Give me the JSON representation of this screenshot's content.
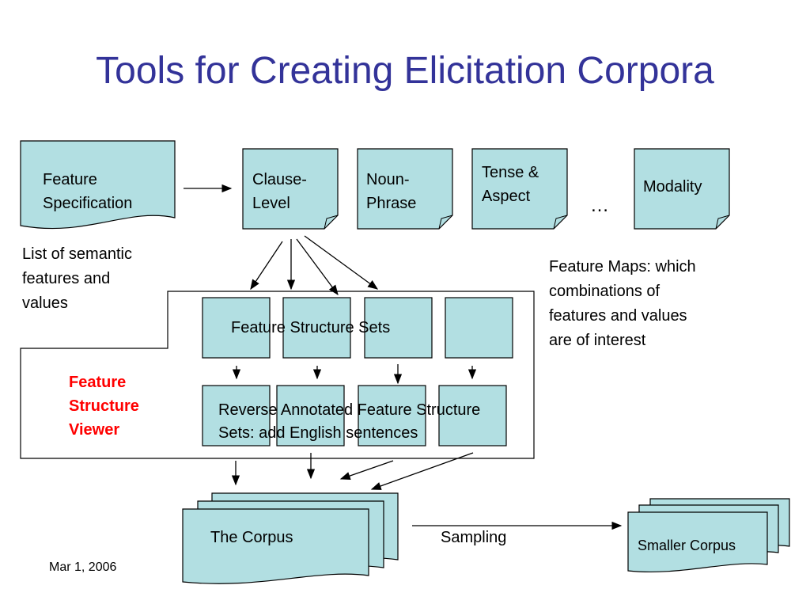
{
  "title": "Tools for Creating Elicitation Corpora",
  "feature_spec": {
    "line1": "Feature",
    "line2": "Specification"
  },
  "feature_spec_note": [
    "List of semantic",
    "features and",
    "values"
  ],
  "feature_maps": [
    {
      "line1": "Clause-",
      "line2": "Level"
    },
    {
      "line1": "Noun-",
      "line2": "Phrase"
    },
    {
      "line1": "Tense &",
      "line2": "Aspect"
    }
  ],
  "ellipsis": "…",
  "modality": "Modality",
  "feature_maps_note": [
    "Feature Maps:  which",
    "combinations of",
    "features and values",
    "are of interest"
  ],
  "fs_sets_label": "Feature Structure Sets",
  "reverse_label": [
    "Reverse Annotated Feature Structure",
    "Sets: add English sentences"
  ],
  "viewer_label": [
    "Feature",
    "Structure",
    "Viewer"
  ],
  "corpus_label": "The Corpus",
  "sampling_label": "Sampling",
  "smaller_corpus_label": "Smaller Corpus",
  "date": "Mar 1, 2006",
  "colors": {
    "box_fill": "#b2dfe2",
    "title": "#333399",
    "viewer": "#ff0000"
  }
}
